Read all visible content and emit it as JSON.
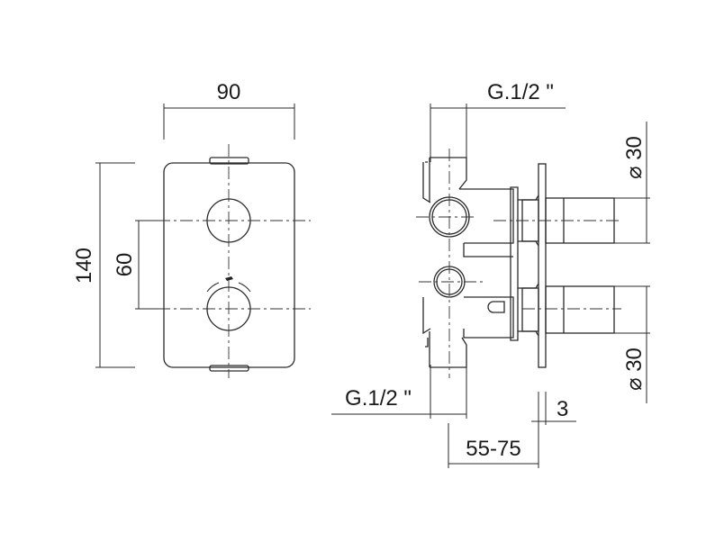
{
  "dimensions": {
    "front_width": "90",
    "front_height": "140",
    "handle_spacing": "60",
    "top_connection": "G.1/2 \"",
    "bottom_connection": "G.1/2 \"",
    "diameter_top": "⌀ 30",
    "diameter_bottom": "⌀ 30",
    "plate_thickness": "3",
    "installation_depth": "55-75"
  }
}
